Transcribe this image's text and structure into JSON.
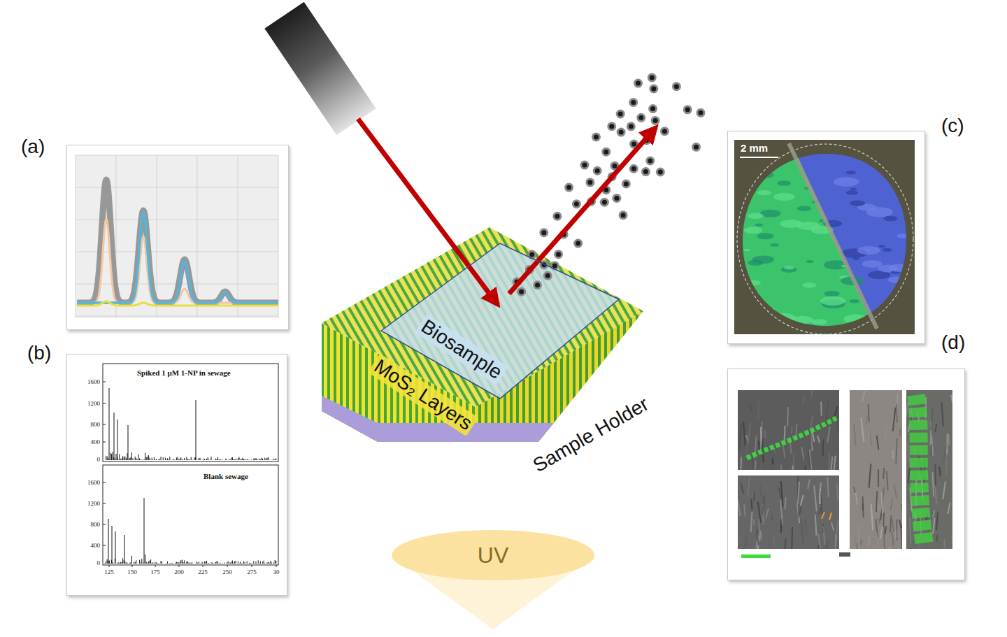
{
  "diagram": {
    "nodes": [
      {
        "text": [
          "(a)"
        ]
      },
      {
        "text": [
          "(b)",
          "Spiked 1 μM 1-NP in sewage",
          "Blank sewage"
        ]
      },
      {
        "text": [
          "MoS₂ Layers"
        ]
      },
      {
        "text": [
          "Biosample"
        ],
        "in": 2
      },
      {
        "text": [
          "UV"
        ]
      },
      {
        "text": [
          "(c)",
          "2 mm"
        ]
      },
      {
        "text": [
          "(d)"
        ]
      }
    ],
    "labels": [
      "Sample Holder",
      "1600",
      "1200",
      "800",
      "400",
      "0",
      "1600",
      "1200",
      "800",
      "400",
      "0",
      "125",
      "150",
      "175",
      "200",
      "225",
      "250",
      "275",
      "30"
    ]
  }
}
